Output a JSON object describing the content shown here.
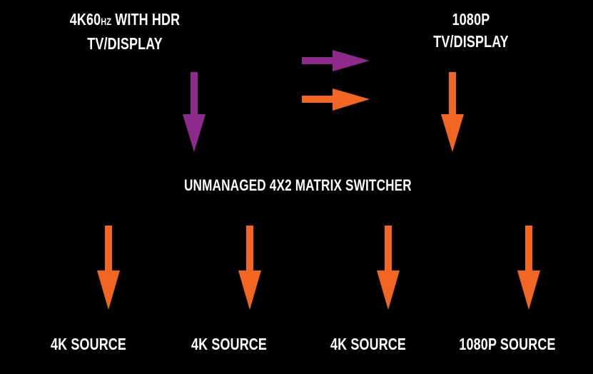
{
  "colors": {
    "background": "#000000",
    "text": "#ffffff",
    "purple": "#8e2a8c",
    "orange": "#f26522"
  },
  "displays": {
    "left": {
      "line1_main": "4K60",
      "line1_unit": "HZ",
      "line1_rest": " WITH HDR",
      "line2": "TV/DISPLAY"
    },
    "right": {
      "line1": "1080P",
      "line2": "TV/DISPLAY"
    }
  },
  "switcher": {
    "label": "UNMANAGED 4X2 MATRIX SWITCHER"
  },
  "sources": [
    {
      "label": "4K SOURCE"
    },
    {
      "label": "4K SOURCE"
    },
    {
      "label": "4K SOURCE"
    },
    {
      "label": "1080P SOURCE"
    }
  ],
  "arrows": [
    {
      "name": "left-display-arrow",
      "direction": "down",
      "color": "purple"
    },
    {
      "name": "legend-purple-arrow",
      "direction": "right",
      "color": "purple"
    },
    {
      "name": "legend-orange-arrow",
      "direction": "right",
      "color": "orange"
    },
    {
      "name": "right-display-arrow",
      "direction": "down",
      "color": "orange"
    },
    {
      "name": "source-1-arrow",
      "direction": "down",
      "color": "orange"
    },
    {
      "name": "source-2-arrow",
      "direction": "down",
      "color": "orange"
    },
    {
      "name": "source-3-arrow",
      "direction": "down",
      "color": "orange"
    },
    {
      "name": "source-4-arrow",
      "direction": "down",
      "color": "orange"
    }
  ]
}
